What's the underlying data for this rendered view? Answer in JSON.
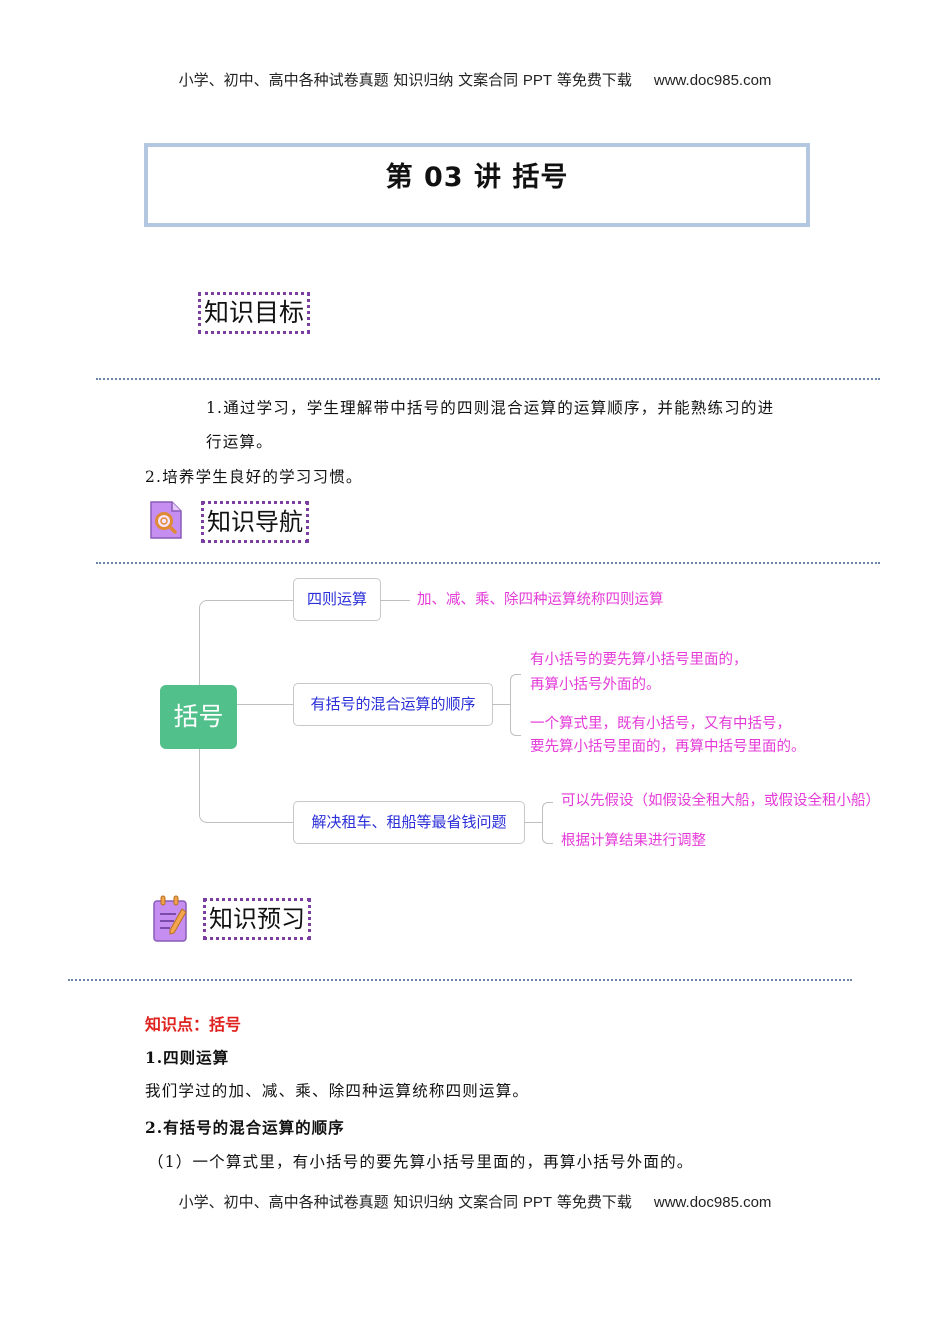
{
  "header": {
    "text": "小学、初中、高中各种试卷真题  知识归纳  文案合同  ",
    "ppt": "PPT",
    "text2": " 等免费下载",
    "url": "www.doc985.com"
  },
  "title": "第 03 讲  括号",
  "sections": {
    "goals": {
      "label": "知识目标"
    },
    "nav": {
      "label": "知识导航",
      "icon": "magnifier-document-icon"
    },
    "preview": {
      "label": "知识预习",
      "icon": "notepad-pencil-icon"
    }
  },
  "goals": {
    "item1_line1": "1.通过学习，学生理解带中括号的四则混合运算的运算顺序，并能熟练习的进",
    "item1_line2": "行运算。",
    "item2": "2.培养学生良好的学习习惯。"
  },
  "mindmap": {
    "root": "括号",
    "branches": [
      {
        "label": "四则运算",
        "leaves": [
          "加、减、乘、除四种运算统称四则运算"
        ]
      },
      {
        "label": "有括号的混合运算的顺序",
        "leaves": [
          "有小括号的要先算小括号里面的，",
          "再算小括号外面的。",
          "一个算式里，既有小括号，又有中括号，",
          "要先算小括号里面的，再算中括号里面的。"
        ]
      },
      {
        "label": "解决租车、租船等最省钱问题",
        "leaves": [
          "可以先假设（如假设全租大船，或假设全租小船）",
          "根据计算结果进行调整"
        ]
      }
    ]
  },
  "knowledge": {
    "point_title": "知识点：括号",
    "h1": "1.四则运算",
    "p1": "我们学过的加、减、乘、除四种运算统称四则运算。",
    "h2": "2.有括号的混合运算的顺序",
    "p2": "（1）一个算式里，有小括号的要先算小括号里面的，再算小括号外面的。"
  },
  "colors": {
    "title_border": "#b4c7e0",
    "label_border": "#7a3fa0",
    "root_node": "#52c08b",
    "node_text": "#2b2fd8",
    "leaf_text": "#e43ad8",
    "kp_title": "#e0221f"
  }
}
